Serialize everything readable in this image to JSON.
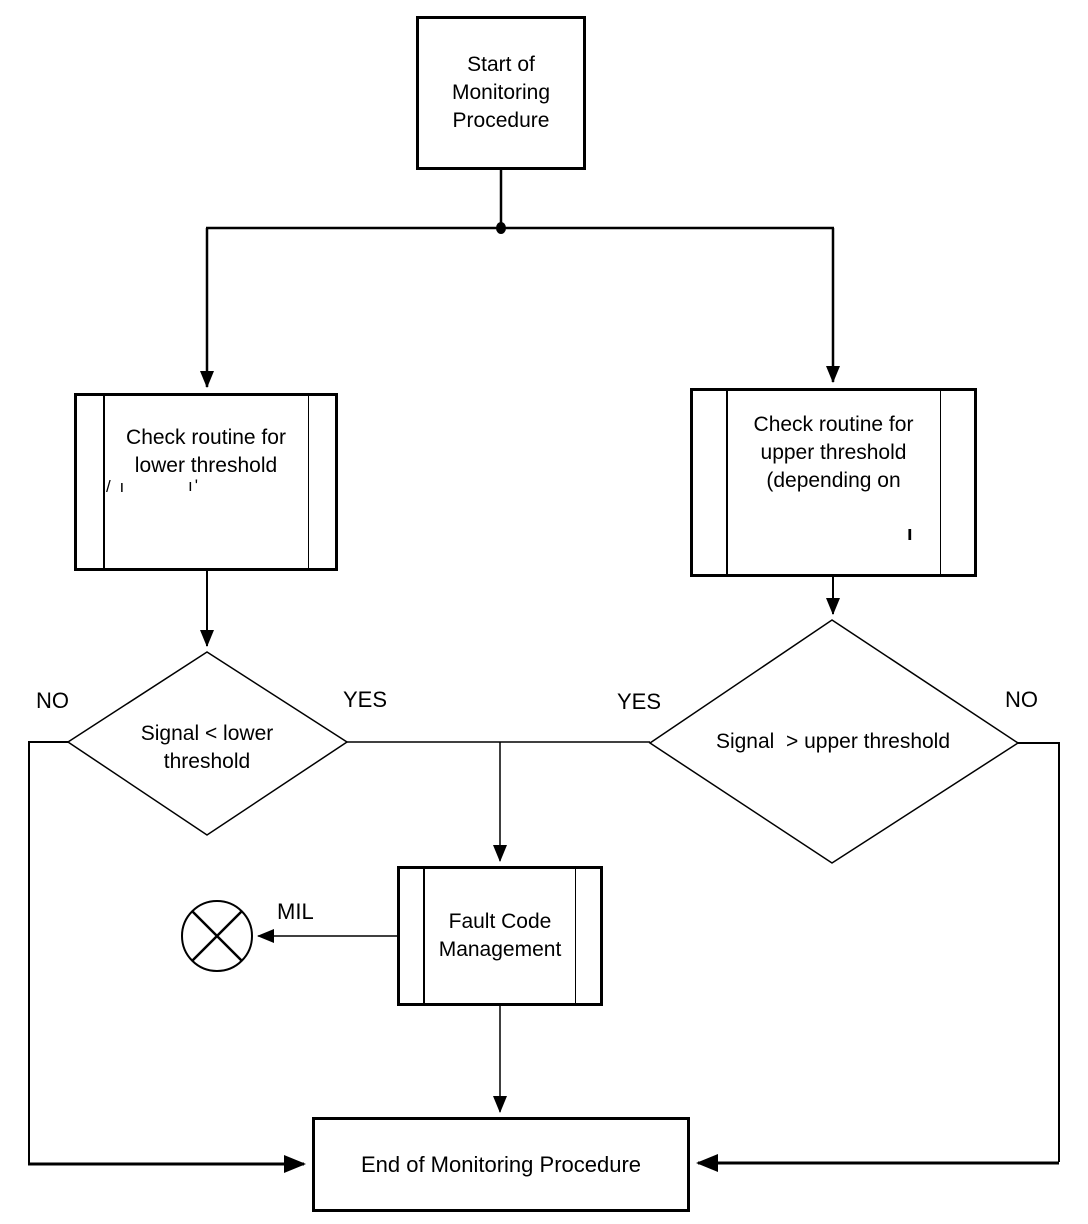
{
  "colors": {
    "line": "#000000",
    "background": "#ffffff",
    "text": "#000000"
  },
  "nodes": {
    "start": {
      "label": "Start of\nMonitoring\nProcedure"
    },
    "check_lower": {
      "label": "Check routine for\nlower threshold",
      "faded_fragment_a": "/ ı",
      "faded_fragment_b": "ı'"
    },
    "check_upper": {
      "label": "Check routine for\nupper threshold\n(depending on",
      "faded_fragment": "ı"
    },
    "decision_lower": {
      "label": "Signal < lower\nthreshold"
    },
    "decision_upper": {
      "label": "Signal  > upper threshold"
    },
    "fault_code": {
      "label": "Fault Code\nManagement"
    },
    "mil_lamp": {
      "label": "MIL"
    },
    "end": {
      "label": "End of Monitoring Procedure"
    }
  },
  "edge_labels": {
    "lower_no": "NO",
    "lower_yes": "YES",
    "upper_yes": "YES",
    "upper_no": "NO"
  }
}
